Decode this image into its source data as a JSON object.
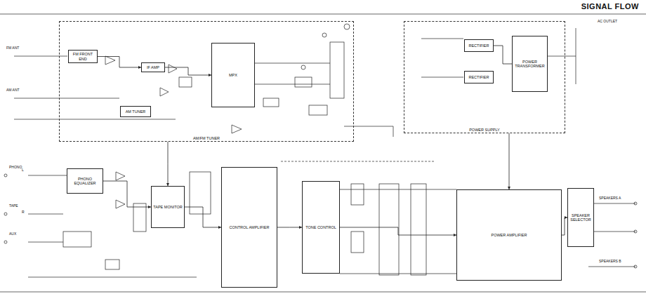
{
  "diagram": {
    "title": "SIGNAL FLOW",
    "nodes": [
      {
        "text": [
          "AM/FM TUNER"
        ]
      },
      {
        "text": [
          "FM FRONT END"
        ],
        "in": 0
      },
      {
        "text": [
          "IF AMP"
        ],
        "in": 0
      },
      {
        "text": [
          "MPX"
        ],
        "in": 0
      },
      {
        "text": [
          "AM TUNER"
        ],
        "in": 0
      },
      {
        "text": [
          "POWER SUPPLY"
        ]
      },
      {
        "text": [
          "POWER TRANSFORMER"
        ],
        "in": 5
      },
      {
        "text": [
          "RECTIFIER"
        ],
        "in": 5
      },
      {
        "text": [
          "RECTIFIER"
        ],
        "in": 5
      },
      {
        "text": [
          "CONTROL AMPLIFIER"
        ]
      },
      {
        "text": [
          "TONE CONTROL"
        ]
      },
      {
        "text": [
          "POWER AMPLIFIER"
        ]
      },
      {
        "text": [
          "SPEAKER SELECTOR"
        ]
      },
      {
        "text": [
          "PHONO EQUALIZER"
        ]
      },
      {
        "text": [
          "TAPE MONITOR"
        ]
      }
    ],
    "edges": [
      {
        "from": 13,
        "to": 14,
        "arrow": "to"
      },
      {
        "from": 14,
        "to": 9,
        "arrow": "to"
      },
      {
        "from": 9,
        "to": 10,
        "arrow": "to"
      },
      {
        "from": 10,
        "to": 11,
        "arrow": "to"
      },
      {
        "from": 11,
        "to": 12,
        "arrow": "to"
      },
      {
        "from": 0,
        "to": 14,
        "arrow": "to"
      },
      {
        "from": 5,
        "to": 11,
        "arrow": "to"
      },
      {
        "from": 1,
        "to": 2,
        "arrow": "to"
      },
      {
        "from": 2,
        "to": 3,
        "arrow": "to"
      },
      {
        "from": 7,
        "to": 6,
        "arrow": "none"
      }
    ],
    "labels": [
      "FM ANT",
      "AM ANT",
      "PHONO",
      "TAPE",
      "AUX",
      "SPEAKERS A",
      "SPEAKERS B",
      "AC OUTLET",
      "L",
      "R"
    ]
  }
}
